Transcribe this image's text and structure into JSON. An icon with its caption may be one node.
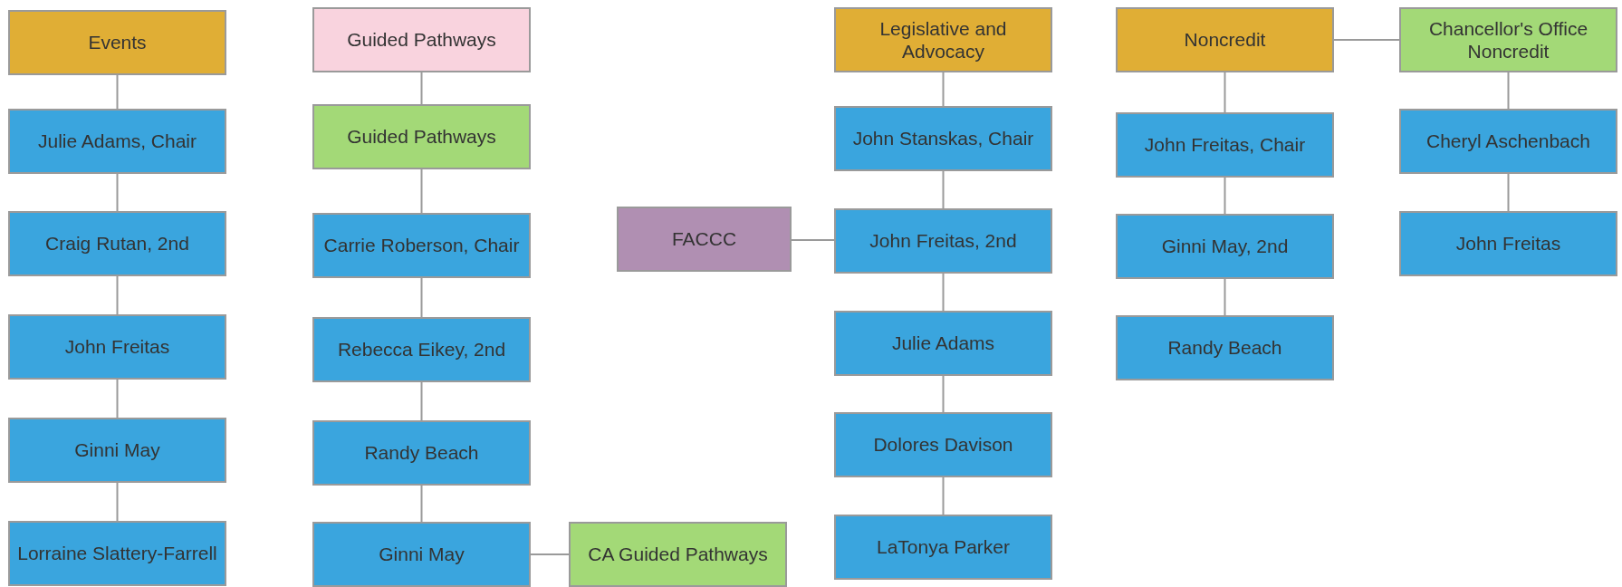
{
  "diagram": {
    "nodes": [
      {
        "text": [
          "Events"
        ]
      },
      {
        "text": [
          "Julie Adams, Chair"
        ]
      },
      {
        "text": [
          "Craig Rutan, 2nd"
        ]
      },
      {
        "text": [
          "John Freitas"
        ]
      },
      {
        "text": [
          "Ginni May"
        ]
      },
      {
        "text": [
          "Lorraine Slattery-Farrell"
        ]
      },
      {
        "text": [
          "Guided Pathways"
        ]
      },
      {
        "text": [
          "Guided Pathways"
        ]
      },
      {
        "text": [
          "Carrie Roberson, Chair"
        ]
      },
      {
        "text": [
          "Rebecca Eikey, 2nd"
        ]
      },
      {
        "text": [
          "Randy Beach"
        ]
      },
      {
        "text": [
          "Ginni May"
        ]
      },
      {
        "text": [
          "CA Guided Pathways"
        ]
      },
      {
        "text": [
          "FACCC"
        ]
      },
      {
        "text": [
          "Legislative and Advocacy"
        ]
      },
      {
        "text": [
          "John Stanskas, Chair"
        ]
      },
      {
        "text": [
          "John Freitas, 2nd"
        ]
      },
      {
        "text": [
          "Julie Adams"
        ]
      },
      {
        "text": [
          "Dolores Davison"
        ]
      },
      {
        "text": [
          "LaTonya Parker"
        ]
      },
      {
        "text": [
          "Noncredit"
        ]
      },
      {
        "text": [
          "John Freitas, Chair"
        ]
      },
      {
        "text": [
          "Ginni May, 2nd"
        ]
      },
      {
        "text": [
          "Randy Beach"
        ]
      },
      {
        "text": [
          "Chancellor's Office Noncredit"
        ]
      },
      {
        "text": [
          "Cheryl Aschenbach"
        ]
      },
      {
        "text": [
          "John Freitas"
        ]
      }
    ],
    "edges": [
      {
        "from": 0,
        "to": 1,
        "arrow": "none"
      },
      {
        "from": 1,
        "to": 2,
        "arrow": "none"
      },
      {
        "from": 2,
        "to": 3,
        "arrow": "none"
      },
      {
        "from": 3,
        "to": 4,
        "arrow": "none"
      },
      {
        "from": 4,
        "to": 5,
        "arrow": "none"
      },
      {
        "from": 6,
        "to": 7,
        "arrow": "none"
      },
      {
        "from": 7,
        "to": 8,
        "arrow": "none"
      },
      {
        "from": 8,
        "to": 9,
        "arrow": "none"
      },
      {
        "from": 9,
        "to": 10,
        "arrow": "none"
      },
      {
        "from": 10,
        "to": 11,
        "arrow": "none"
      },
      {
        "from": 11,
        "to": 12,
        "arrow": "none"
      },
      {
        "from": 13,
        "to": 16,
        "arrow": "none"
      },
      {
        "from": 14,
        "to": 15,
        "arrow": "none"
      },
      {
        "from": 15,
        "to": 16,
        "arrow": "none"
      },
      {
        "from": 16,
        "to": 17,
        "arrow": "none"
      },
      {
        "from": 17,
        "to": 18,
        "arrow": "none"
      },
      {
        "from": 18,
        "to": 19,
        "arrow": "none"
      },
      {
        "from": 20,
        "to": 21,
        "arrow": "none"
      },
      {
        "from": 21,
        "to": 22,
        "arrow": "none"
      },
      {
        "from": 22,
        "to": 23,
        "arrow": "none"
      },
      {
        "from": 20,
        "to": 24,
        "arrow": "none"
      },
      {
        "from": 24,
        "to": 25,
        "arrow": "none"
      },
      {
        "from": 25,
        "to": 26,
        "arrow": "none"
      }
    ]
  }
}
